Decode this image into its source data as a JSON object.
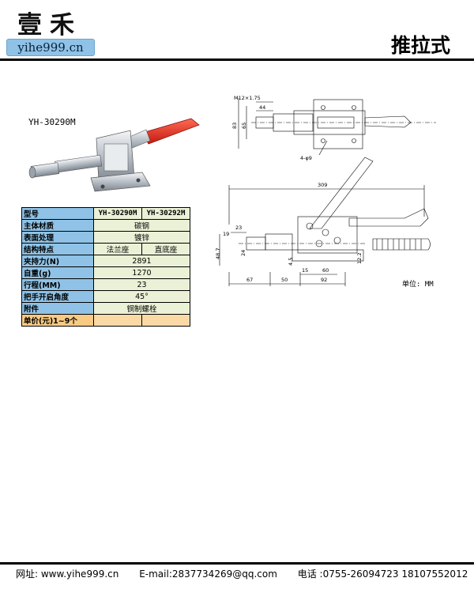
{
  "header": {
    "logo_cn": "壹禾",
    "logo_url": "yihe999.cn",
    "category": "推拉式"
  },
  "product": {
    "model": "YH-30290M"
  },
  "drawing": {
    "dims": {
      "thread": "M12×1.75",
      "d44": "44",
      "d83": "83",
      "d65": "65",
      "holes": "4-φ9",
      "d309": "309",
      "d23": "23",
      "d19": "19",
      "d487": "48.7",
      "d24": "24",
      "d45": "4.5",
      "d122": "12.2",
      "d15": "15",
      "d60": "60",
      "d67": "67",
      "d50": "50",
      "d92": "92"
    },
    "unit": "单位: MM"
  },
  "spec_table": {
    "rows": [
      {
        "label": "型号",
        "a": "YH-30290M",
        "b": "YH-30292M"
      },
      {
        "label": "主体材质",
        "value": "碳钢"
      },
      {
        "label": "表面处理",
        "value": "镀锌"
      },
      {
        "label": "结构特点",
        "a": "法兰座",
        "b": "直底座"
      },
      {
        "label": "夹持力(N)",
        "value": "2891"
      },
      {
        "label": "自重(g)",
        "value": "1270"
      },
      {
        "label": "行程(MM)",
        "value": "23"
      },
      {
        "label": "把手开启角度",
        "value": "45°"
      },
      {
        "label": "附件",
        "value": "铜制螺栓"
      },
      {
        "label": "单价(元)1~9个",
        "a": "",
        "b": ""
      }
    ]
  },
  "footer": {
    "website": "网址: www.yihe999.cn",
    "email": "E-mail:2837734269@qq.com",
    "phone": "电话 :0755-26094723 18107552012"
  }
}
